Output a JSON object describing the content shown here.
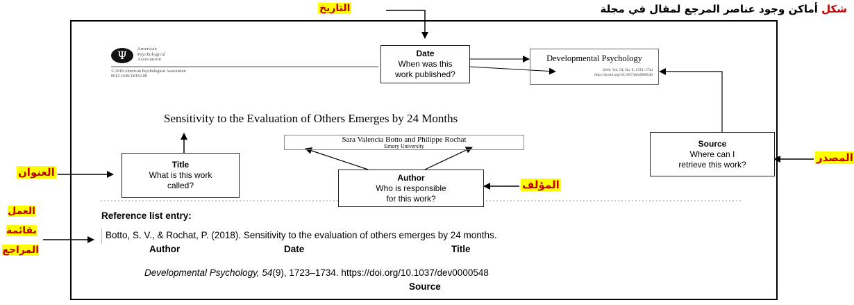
{
  "header": {
    "title_word": "شكل",
    "title_rest": "أماكن وجود عناصر المرجع لمقال في مجلة"
  },
  "labels": {
    "date_ar": "التاريخ",
    "source_ar": "المصدر",
    "title_ar": "العنوان",
    "author_ar": "المؤلف",
    "entry_ar_1": "العمل",
    "entry_ar_2": "بقائمة",
    "entry_ar_3": "المراجع"
  },
  "journal": {
    "publisher_line1": "American",
    "publisher_line2": "Psychological",
    "publisher_line3": "Association",
    "copyright_line1": "© 2018 American Psychological Association",
    "copyright_line2": "0012-1649/18/$12.00",
    "name": "Developmental Psychology",
    "citation_line1": "2018, Vol. 54, No. 9, 1723–1734",
    "citation_line2": "http://dx.doi.org/10.1037/dev0000548"
  },
  "article": {
    "title": "Sensitivity to the Evaluation of Others Emerges by 24 Months",
    "authors": "Sara Valencia Botto and Philippe Rochat",
    "affiliation": "Emory University"
  },
  "boxes": {
    "date": {
      "heading": "Date",
      "line1": "When was this",
      "line2": "work published?"
    },
    "title": {
      "heading": "Title",
      "line1": "What is this work",
      "line2": "called?"
    },
    "author": {
      "heading": "Author",
      "line1": "Who is responsible",
      "line2": "for this work?"
    },
    "source": {
      "heading": "Source",
      "line1": "Where can I",
      "line2": "retrieve this work?"
    }
  },
  "reference": {
    "heading": "Reference list entry:",
    "line1": "Botto, S. V., & Rochat, P.  (2018). Sensitivity to the evaluation of others emerges by 24 months.",
    "label_author": "Author",
    "label_date": "Date",
    "label_title": "Title",
    "line2_journal": "Developmental Psychology, 54",
    "line2_issue": "(9), 1723–1734. https://doi.org/10.1037/dev0000548",
    "label_source": "Source"
  },
  "colors": {
    "highlight": "#ffff00",
    "arabic_red": "#c00000"
  }
}
